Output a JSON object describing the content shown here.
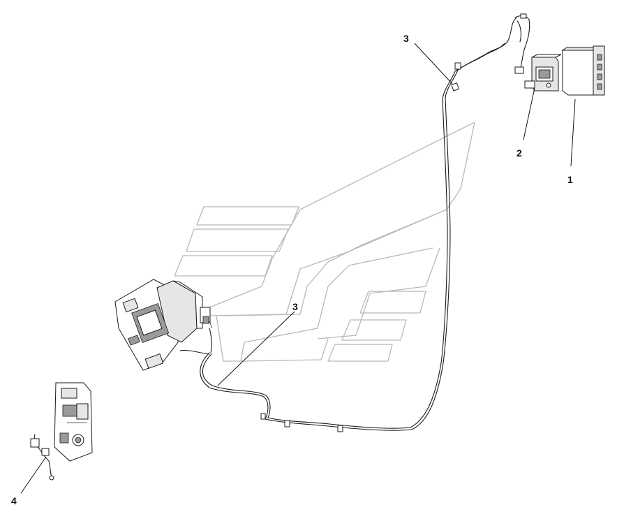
{
  "diagram": {
    "callouts": [
      {
        "id": "callout-1",
        "text": "1"
      },
      {
        "id": "callout-2",
        "text": "2"
      },
      {
        "id": "callout-3-top",
        "text": "3"
      },
      {
        "id": "callout-3-middle",
        "text": "3"
      },
      {
        "id": "callout-4",
        "text": "4"
      }
    ],
    "colors": {
      "line": "#1a1a1a",
      "ghost_outline": "#b8b8b8",
      "part_fill": "#e6e6e6",
      "background": "#ffffff"
    }
  }
}
